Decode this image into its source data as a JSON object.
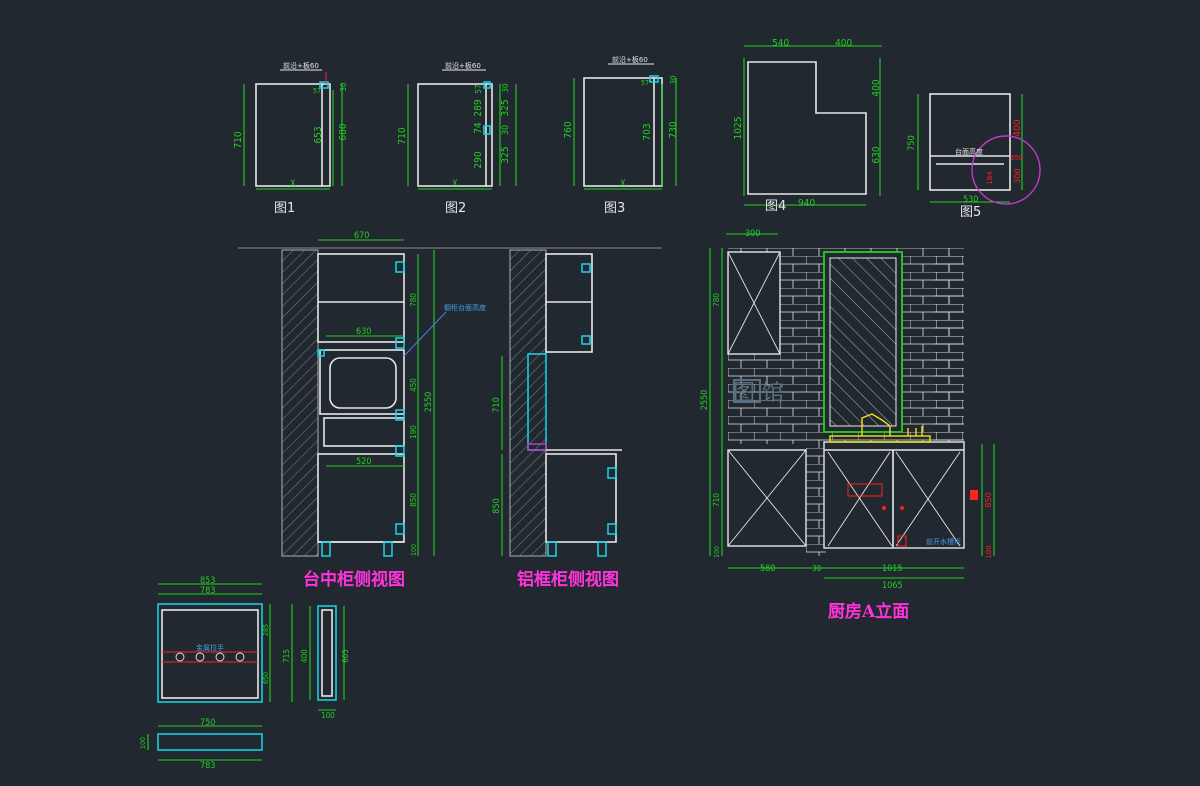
{
  "figures": {
    "fig1": {
      "label": "图1",
      "dims": [
        "710",
        "653",
        "680",
        "30",
        "57",
        "X"
      ],
      "note": "前沿+板60"
    },
    "fig2": {
      "label": "图2",
      "dims": [
        "710",
        "290",
        "74",
        "289",
        "57",
        "325",
        "30",
        "325",
        "30",
        "X"
      ],
      "note": "前沿+板60"
    },
    "fig3": {
      "label": "图3",
      "dims": [
        "760",
        "703",
        "730",
        "57",
        "30",
        "X"
      ],
      "note": "前沿+板60"
    },
    "fig4": {
      "label": "图4",
      "dims": [
        "540",
        "400",
        "400",
        "1025",
        "630",
        "940"
      ]
    },
    "fig5": {
      "label": "图5",
      "dims": [
        "750",
        "400",
        "530",
        "300",
        "350",
        "184"
      ],
      "note": "台面高度"
    }
  },
  "views": {
    "middle_cabinet": {
      "title": "台中柜侧视图",
      "dims": [
        "670",
        "630",
        "520",
        "450",
        "190",
        "780",
        "2550",
        "850",
        "100"
      ],
      "note": "橱柜台面高度"
    },
    "aluminum_cabinet": {
      "title": "铝框柜侧视图",
      "dims": [
        "710",
        "850"
      ]
    },
    "kitchen_a": {
      "title": "厨房A立面",
      "dims": [
        "300",
        "780",
        "2550",
        "710",
        "100",
        "580",
        "30",
        "1015",
        "1065",
        "850",
        "100"
      ],
      "note": "前开水槽柜",
      "watermark": "图 馆"
    }
  },
  "details": {
    "drawer": {
      "dims": [
        "853",
        "783",
        "715",
        "285",
        "650"
      ],
      "note": "金属拉手"
    },
    "side": {
      "dims": [
        "400",
        "605",
        "100"
      ]
    },
    "plinth": {
      "dims": [
        "750",
        "783",
        "100"
      ]
    }
  }
}
